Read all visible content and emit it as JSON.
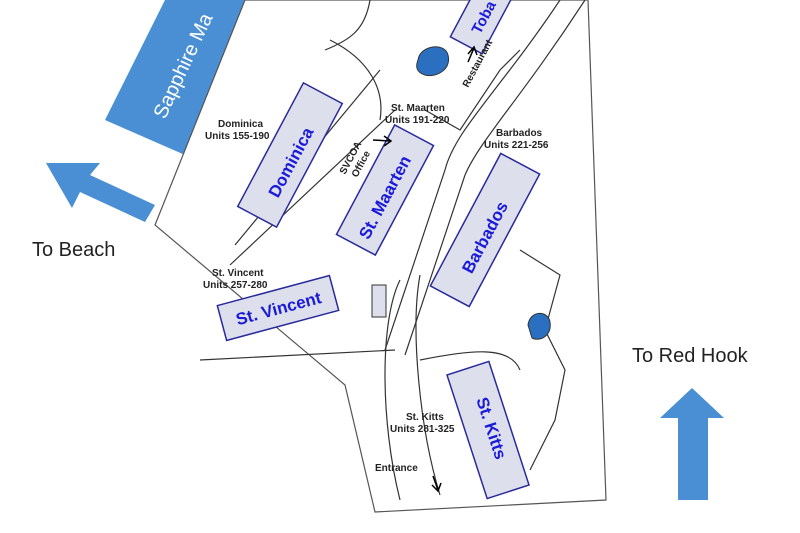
{
  "map": {
    "buildings": [
      {
        "name": "Dominica",
        "label": "Dominica\nUnits 155-190",
        "label_line1": "Dominica",
        "label_line2": "Units 155-190"
      },
      {
        "name": "St. Maarten",
        "label_line1": "St. Maarten",
        "label_line2": "Units 191-220"
      },
      {
        "name": "Barbados",
        "label_line1": "Barbados",
        "label_line2": "Units 221-256"
      },
      {
        "name": "St. Vincent",
        "label_line1": "St. Vincent",
        "label_line2": "Units 257-280"
      },
      {
        "name": "St. Kitts",
        "label_line1": "St. Kitts",
        "label_line2": "Units 281-325"
      },
      {
        "name": "Toba"
      }
    ],
    "office_line1": "SVCOA",
    "office_line2": "Office",
    "restaurant": "Restaurant",
    "entrance": "Entrance",
    "sapphire": "Sapphire Ma",
    "to_beach": "To Beach",
    "to_red_hook": "To Red Hook",
    "colors": {
      "arrow": "#4a8fd4",
      "building_text": "#1a1adb",
      "pool": "#2a6fc0"
    }
  }
}
